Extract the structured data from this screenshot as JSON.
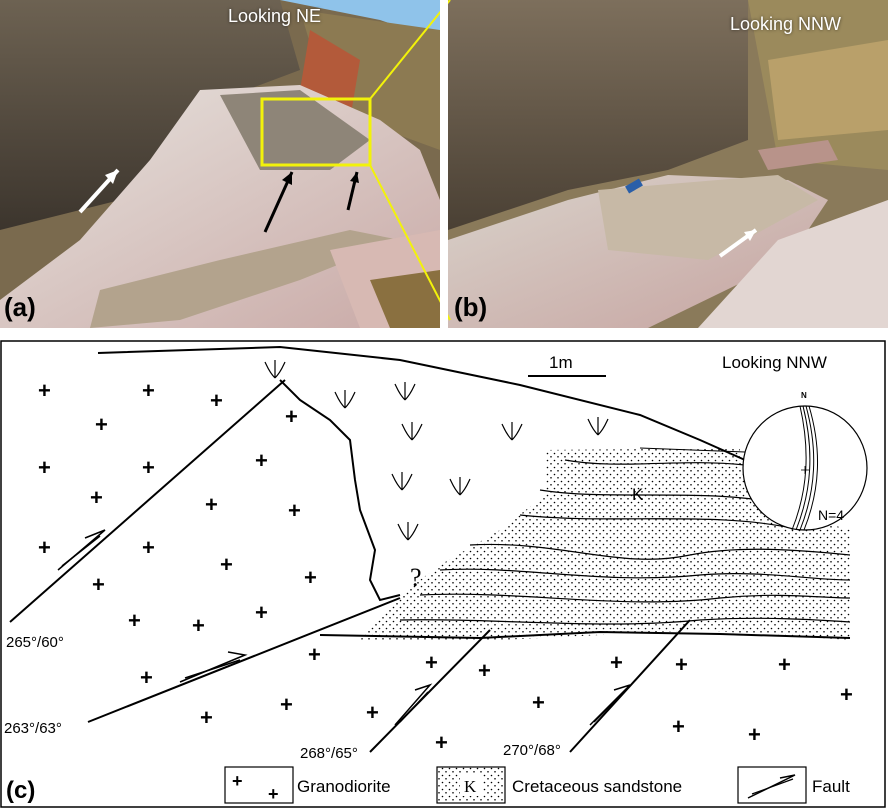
{
  "figure": {
    "panel_a": {
      "letter": "(a)",
      "view_label": "Looking NE"
    },
    "panel_b": {
      "letter": "(b)",
      "view_label": "Looking NNW"
    },
    "panel_c": {
      "letter": "(c)",
      "view_label": "Looking NNW",
      "scale_label": "1m",
      "stereonet": {
        "north_label": "N",
        "count_label": "N=4"
      },
      "unit_label_k": "K",
      "question_mark": "?",
      "measurements": [
        "265°/60°",
        "263°/63°",
        "268°/65°",
        "270°/68°"
      ],
      "legend": {
        "granodiorite": "Granodiorite",
        "sandstone_symbol": "K",
        "sandstone": "Cretaceous sandstone",
        "fault": "Fault"
      }
    }
  },
  "colors": {
    "highlight_box": "#f2f20a",
    "rock_dark": "#5a5044",
    "rock_light": "#d9d2cc",
    "sky": "#8fc3ea"
  }
}
